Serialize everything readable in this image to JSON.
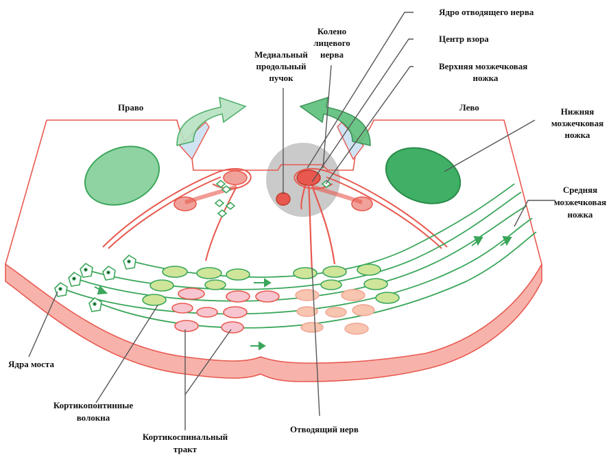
{
  "labels": {
    "pravo": "Право",
    "levo": "Лево",
    "mlf_1": "Медиальный",
    "mlf_2": "продольный",
    "mlf_3": "пучок",
    "genu_1": "Колено",
    "genu_2": "лицевого",
    "genu_3": "нерва",
    "abducens_nucleus": "Ядро отводящего нерва",
    "gaze_center": "Центр взора",
    "superior_peduncle_1": "Верхняя мозжечковая",
    "superior_peduncle_2": "ножка",
    "inferior_peduncle_1": "Нижняя",
    "inferior_peduncle_2": "мозжечковая",
    "inferior_peduncle_3": "ножка",
    "middle_peduncle_1": "Средняя",
    "middle_peduncle_2": "мозжечковая",
    "middle_peduncle_3": "ножка",
    "pontine_nuclei": "Ядра моста",
    "corticopontine_1": "Кортикопонтинные",
    "corticopontine_2": "волокна",
    "corticospinal_1": "Кортикоспинальный",
    "corticospinal_2": "тракт",
    "abducens_nerve": "Отводящий нерв"
  },
  "colors": {
    "red": "#e8584e",
    "pink_fill": "#f0a29a",
    "pale_pink": "#f7c5b0",
    "green": "#3aa65a",
    "green_fill": "#7fcf95",
    "yellow_green": "#cfe59a",
    "gray_circle": "#c9c9c9",
    "light_blue": "#cfe3f3"
  }
}
